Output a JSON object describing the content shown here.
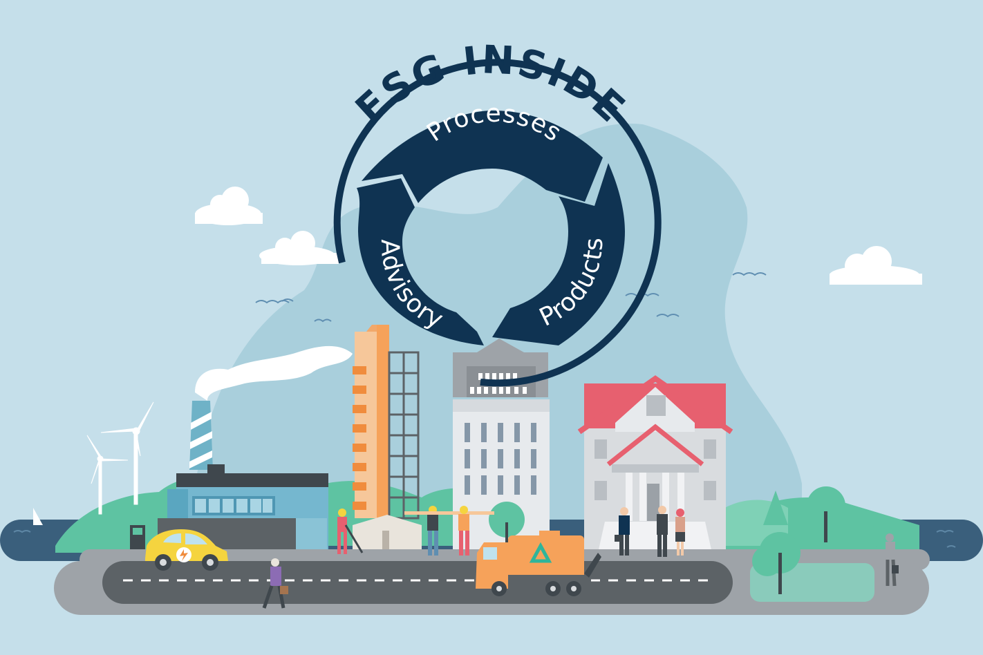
{
  "title": "ESG INSIDE",
  "segments": {
    "top": "Processes",
    "right": "Products",
    "left": "Advisory"
  },
  "colors": {
    "sky": "#c5dfea",
    "navy": "#0f3352",
    "hill_light": "#a9cfdc",
    "green": "#5ec3a2",
    "road": "#5c6266",
    "water": "#3a5f7c",
    "roof_red": "#e7606f",
    "orange": "#f6a25a"
  }
}
